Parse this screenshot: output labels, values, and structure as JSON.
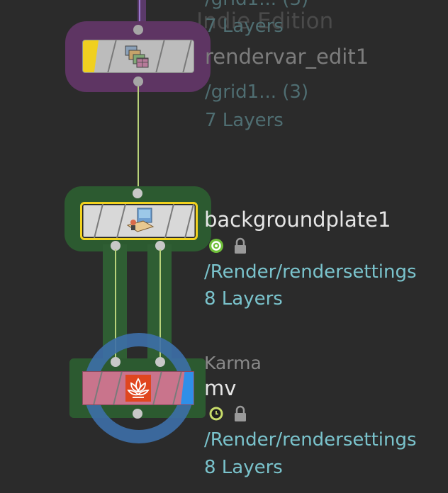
{
  "watermark": "Indie Edition",
  "nodes": [
    {
      "id": "rendervar_edit1",
      "name": "rendervar_edit1",
      "path": "/grid1... (3)",
      "layers": "7 Layers",
      "prev_path": "/grid1... (3)",
      "prev_layers": "7 Layers",
      "icon": "render-layers-icon",
      "status": "bypassed",
      "colors": {
        "halo": "#6a3a6e",
        "flag": "#f0d020",
        "body": "#bdbdbd"
      }
    },
    {
      "id": "backgroundplate1",
      "name": "backgroundplate1",
      "path": "/Render/rendersettings",
      "layers": "8 Layers",
      "icon": "background-plate-icon",
      "badges": [
        "display-flag-icon",
        "lock-icon"
      ],
      "status": "selected",
      "colors": {
        "halo": "#2c5a30",
        "outline": "#f2d21f",
        "body": "#d9d9d9"
      }
    },
    {
      "id": "mv",
      "type_label": "Karma",
      "name": "mv",
      "path": "/Render/rendersettings",
      "layers": "8 Layers",
      "icon": "karma-flower-icon",
      "badges": [
        "clock-icon",
        "lock-icon"
      ],
      "status": "render-flag",
      "colors": {
        "halo": "#2c5a30",
        "ring": "#3d6fa8",
        "body": "#c9748c",
        "flag": "#2f8fe8",
        "icon_bg": "#e0461f"
      }
    }
  ]
}
